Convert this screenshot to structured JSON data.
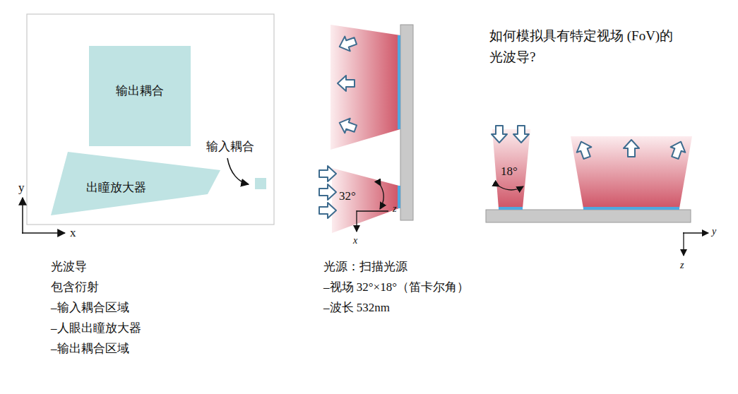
{
  "diagram": {
    "nodes": [
      {
        "text": [
          "输出耦合"
        ]
      },
      {
        "text": [
          "出瞳放大器"
        ]
      },
      {
        "text": [
          "输入耦合"
        ]
      }
    ],
    "labels": [
      "如何模拟具有特定视场 (FoV)的光波导?",
      "y",
      "x",
      "32°",
      "z",
      "x",
      "18°",
      "y",
      "z",
      "光波导",
      "包含衍射",
      "–输入耦合区域",
      "–人眼出瞳放大器",
      "–输出耦合区域",
      "光源：扫描光源",
      "–视场 32°×18°（笛卡尔角）",
      "–波长 532nm"
    ]
  }
}
